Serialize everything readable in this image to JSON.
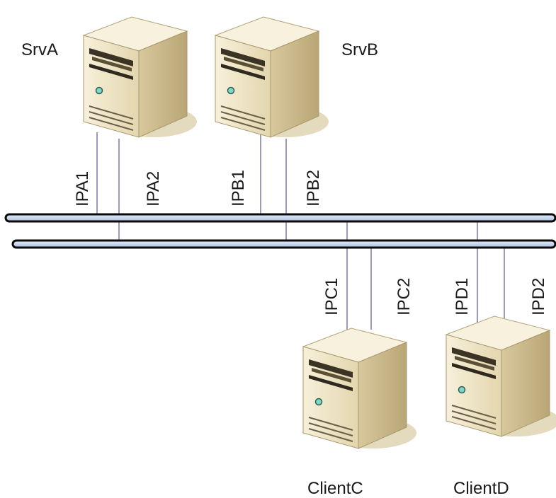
{
  "servers": {
    "srv_a": {
      "name": "SrvA",
      "ip1": "IPA1",
      "ip2": "IPA2"
    },
    "srv_b": {
      "name": "SrvB",
      "ip1": "IPB1",
      "ip2": "IPB2"
    }
  },
  "clients": {
    "client_c": {
      "name": "ClientC",
      "ip1": "IPC1",
      "ip2": "IPC2"
    },
    "client_d": {
      "name": "ClientD",
      "ip1": "IPD1",
      "ip2": "IPD2"
    }
  },
  "colors": {
    "bus_fill": "#c8d8f0",
    "bus_stroke": "#0a0a0a",
    "link": "#8080b0",
    "tower_front": "#efe6c8",
    "tower_side": "#c9b98e",
    "tower_top": "#f6f0dc",
    "shadow": "#e2d8bc"
  }
}
